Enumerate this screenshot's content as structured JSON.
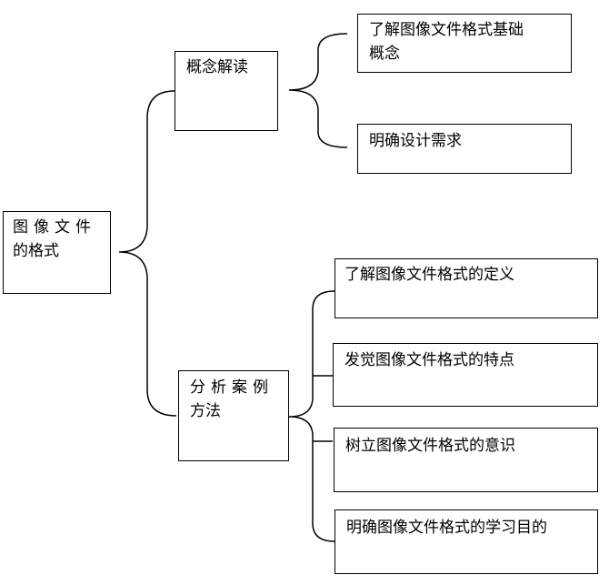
{
  "root": {
    "line1": "图像文件",
    "line2": "的格式"
  },
  "branches": [
    {
      "label": "概念解读",
      "children": [
        {
          "line1": "了解图像文件格式基础",
          "line2": "概念"
        },
        {
          "line1": "明确设计需求",
          "line2": ""
        }
      ]
    },
    {
      "label_line1": "分析案例",
      "label_line2": "方法",
      "children": [
        {
          "line1": "了解图像文件格式的定义",
          "line2": ""
        },
        {
          "line1": "发觉图像文件格式的特点",
          "line2": ""
        },
        {
          "line1": "树立图像文件格式的意识",
          "line2": ""
        },
        {
          "line1": "明确图像文件格式的学习目的",
          "line2": ""
        }
      ]
    }
  ]
}
